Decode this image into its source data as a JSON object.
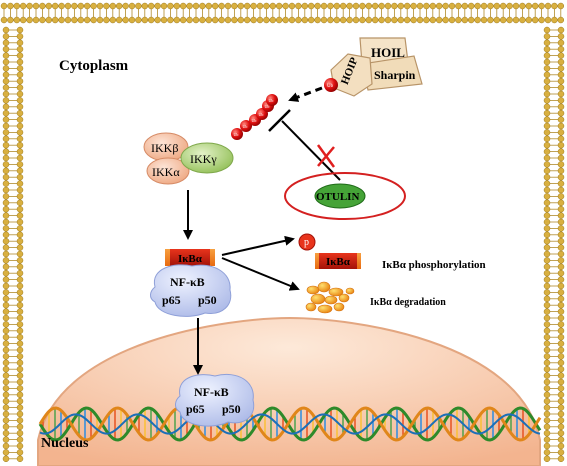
{
  "labels": {
    "cytoplasm": "Cytoplasm",
    "nucleus": "Nucleus",
    "hoil": "HOIL",
    "sharpin": "Sharpin",
    "hoip": "HOIP",
    "ikk_beta": "IKKβ",
    "ikk_alpha": "IKKα",
    "ikk_gamma": "IKKγ",
    "otulin": "OTULIN",
    "ikba": "IκBα",
    "nfkb": "NF-κB",
    "p65": "p65",
    "p50": "p50",
    "phospho_p": "p",
    "ikba_phosphorylation": "IκBα phosphorylation",
    "ikba_degradation": "IκBα degradation",
    "ub": "Ub"
  },
  "colors": {
    "membrane_head": "#d9b040",
    "nucleus_fill": "#f6c3a3",
    "ubiquitin": "#e01010",
    "ikk_pink": "#f4bfa5",
    "ikk_green": "#b7d68a",
    "otulin_green": "#3c9a2e",
    "otulin_ring": "#d42020",
    "ikba_red": "#cc1e10",
    "nfkb_blue": "#c9d3f2"
  },
  "ub_chain_count": 6
}
